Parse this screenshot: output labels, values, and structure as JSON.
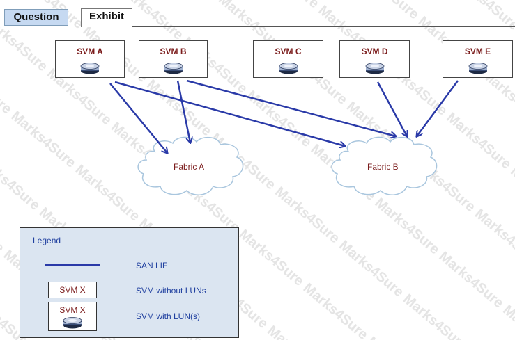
{
  "tabs": [
    {
      "label": "Question",
      "active": false
    },
    {
      "label": "Exhibit",
      "active": true
    }
  ],
  "svms": [
    {
      "id": "a",
      "label": "SVM A",
      "has_lun": true
    },
    {
      "id": "b",
      "label": "SVM B",
      "has_lun": true
    },
    {
      "id": "c",
      "label": "SVM C",
      "has_lun": true
    },
    {
      "id": "d",
      "label": "SVM D",
      "has_lun": true
    },
    {
      "id": "e",
      "label": "SVM E",
      "has_lun": true
    }
  ],
  "fabrics": [
    {
      "id": "fabric-a",
      "label": "Fabric A"
    },
    {
      "id": "fabric-b",
      "label": "Fabric B"
    }
  ],
  "connections": [
    {
      "from": "SVM A",
      "to": "Fabric A"
    },
    {
      "from": "SVM A",
      "to": "Fabric B"
    },
    {
      "from": "SVM B",
      "to": "Fabric A"
    },
    {
      "from": "SVM B",
      "to": "Fabric B"
    },
    {
      "from": "SVM D",
      "to": "Fabric B"
    },
    {
      "from": "SVM E",
      "to": "Fabric B"
    }
  ],
  "legend": {
    "title": "Legend",
    "san_lif_label": "SAN LIF",
    "svm_without_luns_box": "SVM X",
    "svm_without_luns_label": "SVM without LUNs",
    "svm_with_luns_box": "SVM X",
    "svm_with_luns_label": "SVM with LUN(s)"
  },
  "watermark_text": "Marks4Sure",
  "colors": {
    "arrow": "#2a3aa8",
    "svm_label": "#7b1c1c",
    "legend_bg": "#dbe5f1",
    "tab_question_bg": "#c6d9f1"
  }
}
